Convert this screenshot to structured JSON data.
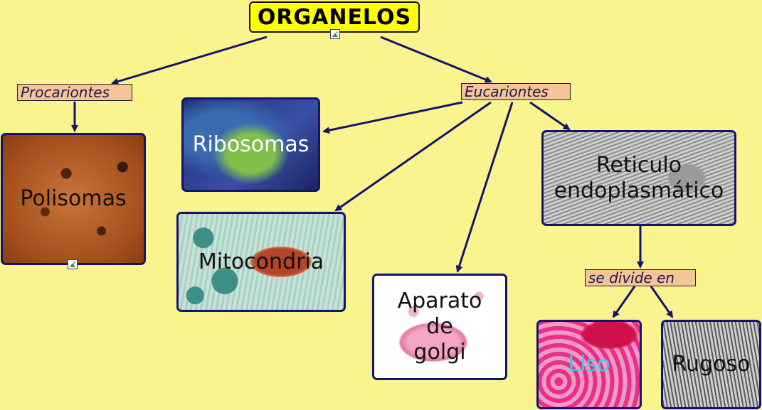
{
  "title": "ORGANELOS",
  "links": {
    "procariontes": "Procariontes",
    "eucariontes": "Eucariontes",
    "se_divide_en": "se divide en"
  },
  "concepts": {
    "polisomas": "Polisomas",
    "ribosomas": "Ribosomas",
    "mitocondria": "Mitocondria",
    "aparato_line1": "Aparato",
    "aparato_line2": "de",
    "aparato_line3": "golgi",
    "reticulo_line1": "Reticulo",
    "reticulo_line2": "endoplasmático",
    "liso": "Liso",
    "rugoso": "Rugoso"
  },
  "colors": {
    "background": "#f9f48e",
    "title_fill": "#ffff00",
    "link_fill": "#f5c497",
    "edge": "#14146e",
    "liso_text": "#2ad4f0"
  }
}
